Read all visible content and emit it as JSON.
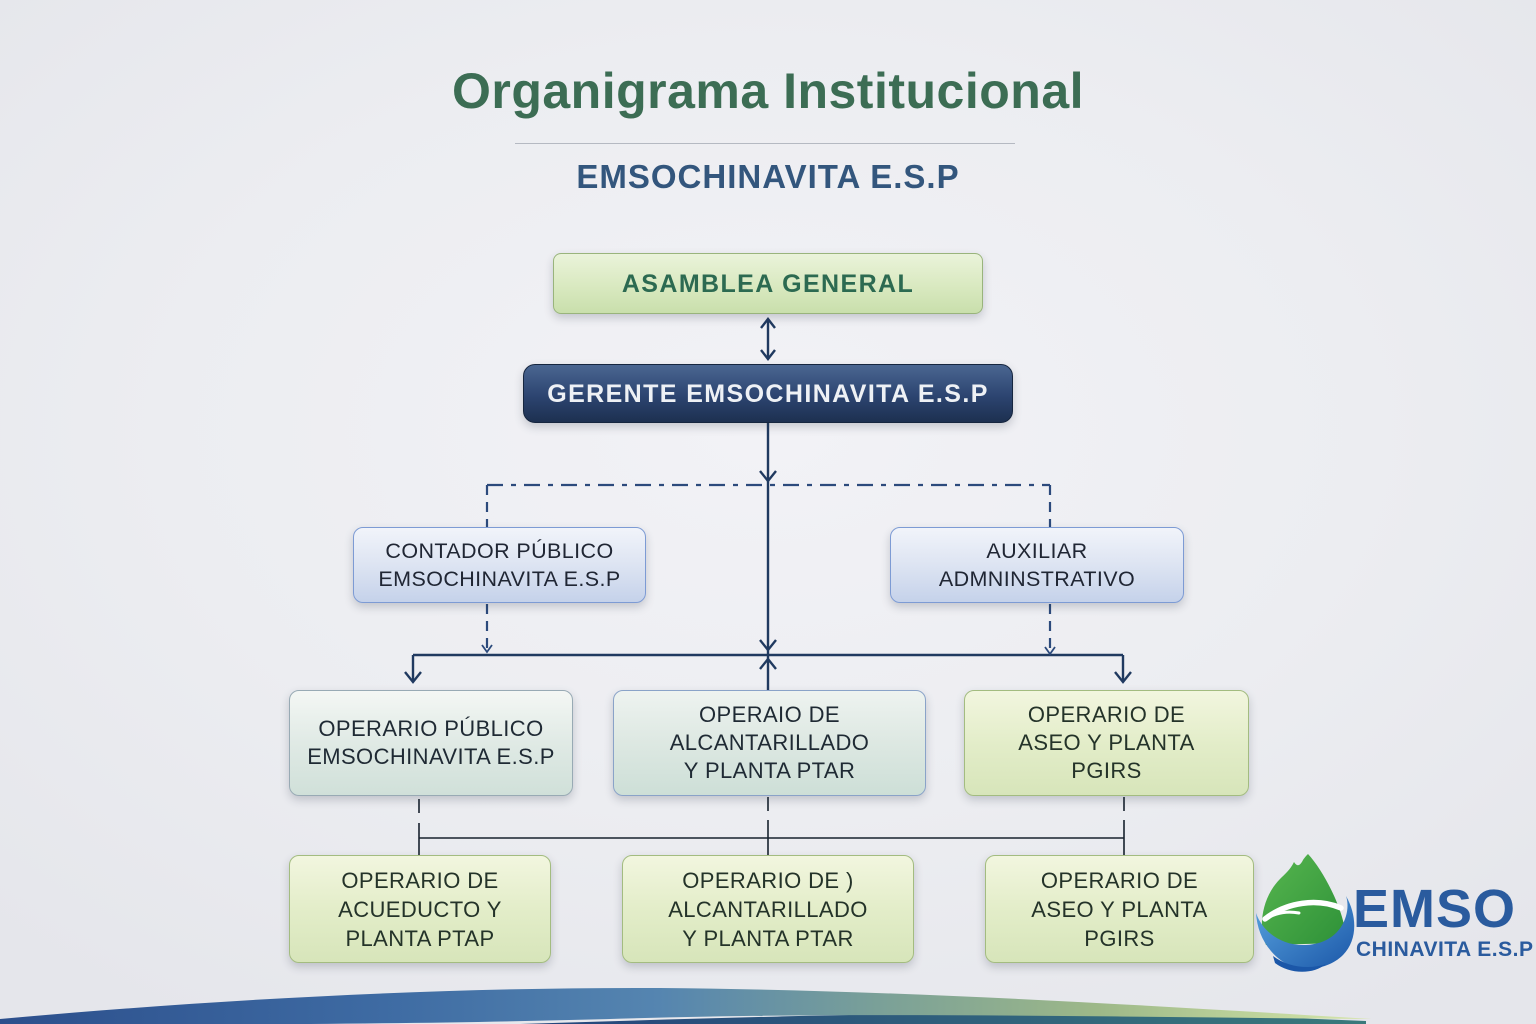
{
  "header": {
    "title": "Organigrama Institucional",
    "subtitle": "EMSOCHINAVITA E.S.P"
  },
  "nodes": {
    "asamblea": {
      "label": "ASAMBLEA GENERAL"
    },
    "gerente": {
      "label": "GERENTE EMSOCHINAVITA E.S.P"
    },
    "contador": {
      "label": "CONTADOR PÚBLICO\nEMSOCHINAVITA E.S.P"
    },
    "auxiliar": {
      "label": "AUXILIAR\nADMNINSTRATIVO"
    },
    "operario_publico": {
      "label": "OPERARIO PÚBLICO\nEMSOCHINAVITA E.S.P"
    },
    "operaio_alcantarillado": {
      "label": "OPERAIO DE\nALCANTARILLADO\nY PLANTA PTAR"
    },
    "operario_aseo": {
      "label": "OPERARIO DE\nASEO Y PLANTA\nPGIRS"
    },
    "operario_acueducto": {
      "label": "OPERARIO DE\nACUEDUCTO Y\nPLANTA PTAP"
    },
    "operario_alcantarillado_2": {
      "label": "OPERARIO DE  )\nALCANTARILLADO\nY PLANTA PTAR"
    },
    "operario_aseo_2": {
      "label": "OPERARIO DE\nASEO Y PLANTA\nPGIRS"
    }
  },
  "logo": {
    "name": "EMSO",
    "subname": "CHINAVITA E.S.P"
  },
  "colors": {
    "title_green": "#3c6d54",
    "subtitle_blue": "#33567d",
    "connector_navy": "#203a60",
    "dashed_blue": "#2c4a7c",
    "logo_blue": "#2a5b9e",
    "logo_green": "#3aa344",
    "box_green_light": "#d9e9c0",
    "box_dark_navy": "#2c4470"
  }
}
